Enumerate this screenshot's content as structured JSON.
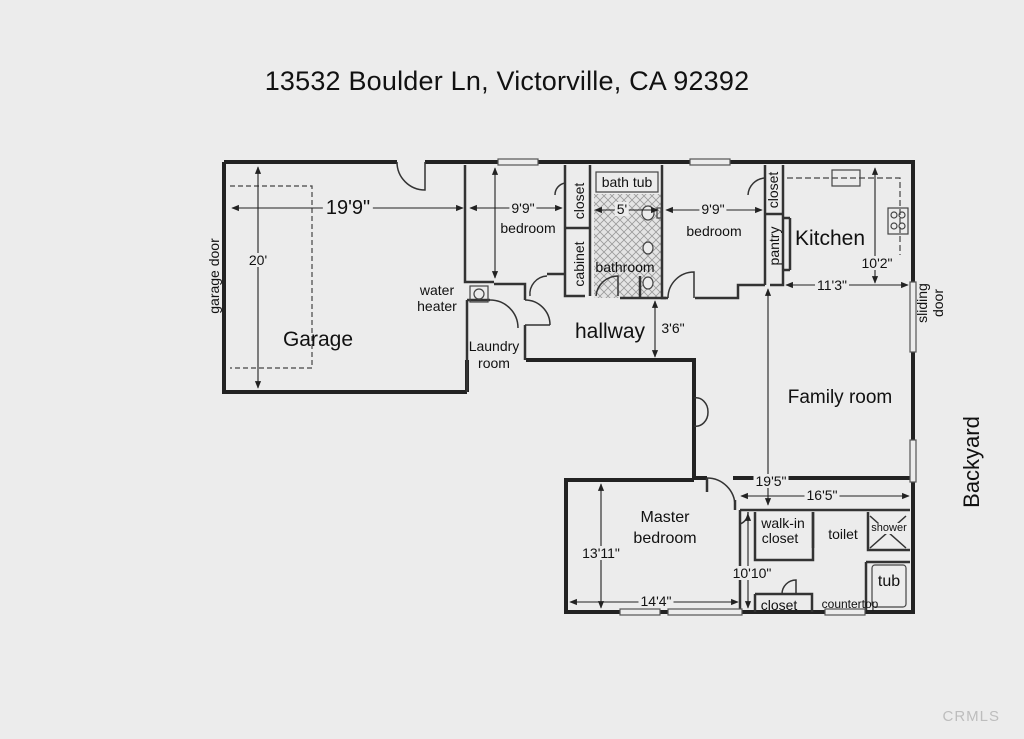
{
  "title": "13532 Boulder Ln, Victorville, CA 92392",
  "rooms": {
    "garage": "Garage",
    "garage_door": "garage door",
    "water_heater_1": "water",
    "water_heater_2": "heater",
    "laundry_1": "Laundry",
    "laundry_2": "room",
    "bedroom_left": "bedroom",
    "closet_left": "closet",
    "cabinet": "cabinet",
    "bath_tub": "bath tub",
    "bathroom": "bathroom",
    "bedroom_right": "bedroom",
    "closet_right": "closet",
    "pantry": "pantry",
    "kitchen": "Kitchen",
    "hallway": "hallway",
    "sliding_door_1": "sliding",
    "sliding_door_2": "door",
    "family_room": "Family room",
    "backyard": "Backyard",
    "master_1": "Master",
    "master_2": "bedroom",
    "walkin_1": "walk-in",
    "walkin_2": "closet",
    "toilet": "toilet",
    "shower": "shower",
    "tub": "tub",
    "closet_master": "closet",
    "countertop": "countertop"
  },
  "dimensions": {
    "garage_width": "19'9\"",
    "garage_depth": "20'",
    "bedroom_left_width": "9'9\"",
    "bath_width": "5'",
    "bedroom_right_width": "9'9\"",
    "kitchen_depth": "10'2\"",
    "kitchen_width": "11'3\"",
    "hallway_width": "3'6\"",
    "family_depth": "19'5\"",
    "family_width": "16'5\"",
    "master_depth": "13'11\"",
    "master_closet_depth": "10'10\"",
    "master_width": "14'4\""
  },
  "watermark": "CRMLS"
}
